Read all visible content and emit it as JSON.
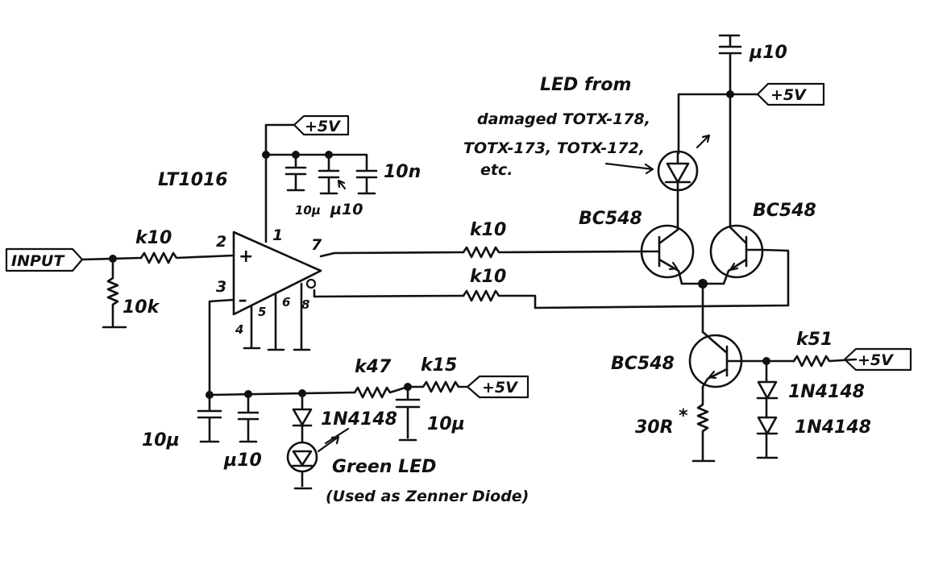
{
  "labels": {
    "input": "INPUT",
    "supply_opamp": "+5V",
    "supply_top": "+5V",
    "supply_bias": "+5V",
    "supply_ref": "+5V",
    "opamp": "LT1016",
    "r_in": "k10",
    "r_in_gnd": "10k",
    "pin2": "2",
    "pin3": "3",
    "pin1": "1",
    "pin7": "7",
    "pin4": "4",
    "pin5": "5",
    "pin6": "6",
    "pin8": "8",
    "plus": "+",
    "minus": "–",
    "c_opamp_10n": "10n",
    "c_opamp_10u": "10µ",
    "c_opamp_u10": "µ10",
    "r_q1": "k10",
    "r_q2": "k10",
    "q1": "BC548",
    "q2": "BC548",
    "q3": "BC548",
    "c_top": "µ10",
    "led_note_1": "LED from",
    "led_note_2": "damaged TOTX-178,",
    "led_note_3": "TOTX-173, TOTX-172,",
    "led_note_4": "etc.",
    "r_k51": "k51",
    "d1": "1N4148",
    "d2": "1N4148",
    "r_30r": "30R",
    "star": "*",
    "r_k47": "k47",
    "r_k15": "k15",
    "c_ref_10u_left": "10µ",
    "c_ref_u10": "µ10",
    "c_ref_10u_right": "10µ",
    "d_ref": "1N4148",
    "green_led_1": "Green LED",
    "green_led_2": "(Used as Zenner Diode)"
  }
}
